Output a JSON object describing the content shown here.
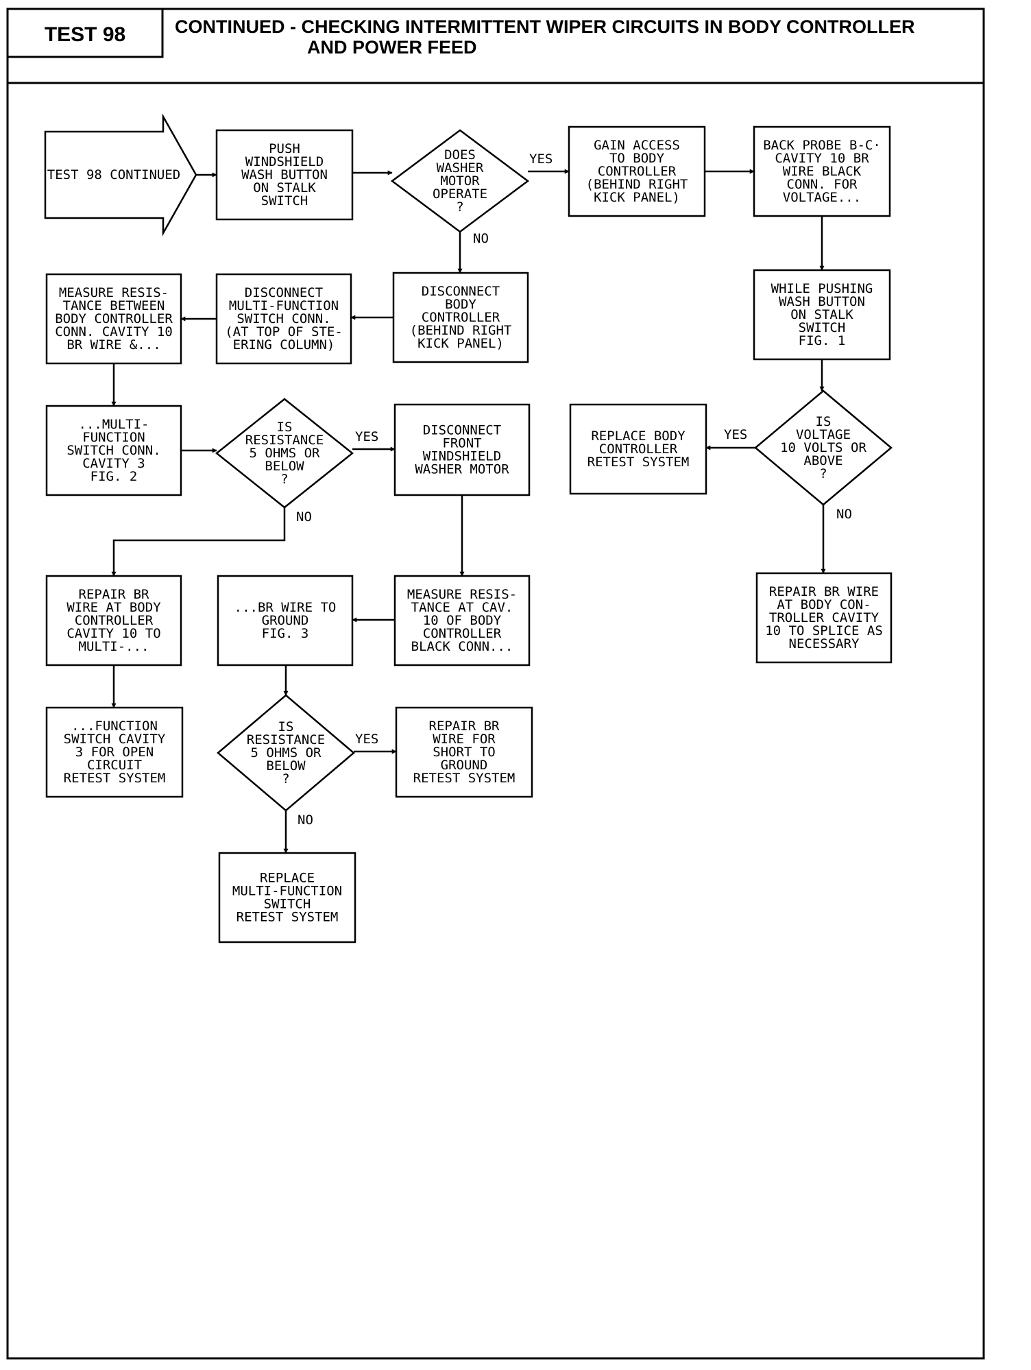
{
  "header": {
    "test_label": "TEST 98",
    "title_line1": "CONTINUED - CHECKING INTERMITTENT WIPER CIRCUITS IN BODY CONTROLLER",
    "title_line2": "AND POWER FEED"
  },
  "nodes": [
    {
      "id": "start",
      "shape": "arrow",
      "lines": [
        "TEST 98 CONTINUED"
      ]
    },
    {
      "id": "push_wash",
      "shape": "box",
      "lines": [
        "PUSH",
        "WINDSHIELD",
        "WASH BUTTON",
        "ON STALK",
        "SWITCH"
      ]
    },
    {
      "id": "does_washer",
      "shape": "diamond",
      "lines": [
        "DOES",
        "WASHER",
        "MOTOR",
        "OPERATE",
        "?"
      ]
    },
    {
      "id": "gain_access",
      "shape": "box",
      "lines": [
        "GAIN ACCESS",
        "TO BODY",
        "CONTROLLER",
        "(BEHIND RIGHT",
        "KICK PANEL)"
      ]
    },
    {
      "id": "back_probe",
      "shape": "box",
      "lines": [
        "BACK PROBE B-C·",
        "CAVITY 10 BR",
        "WIRE BLACK",
        "CONN. FOR",
        "VOLTAGE..."
      ]
    },
    {
      "id": "disc_body",
      "shape": "box",
      "lines": [
        "DISCONNECT",
        "BODY",
        "CONTROLLER",
        "(BEHIND RIGHT",
        "KICK PANEL)"
      ]
    },
    {
      "id": "disc_multi",
      "shape": "box",
      "lines": [
        "DISCONNECT",
        "MULTI-FUNCTION",
        "SWITCH CONN.",
        "(AT TOP OF STE-",
        "ERING COLUMN)"
      ]
    },
    {
      "id": "measure_between",
      "shape": "box",
      "lines": [
        "MEASURE RESIS-",
        "TANCE BETWEEN",
        "BODY CONTROLLER",
        "CONN. CAVITY 10",
        "BR WIRE &..."
      ]
    },
    {
      "id": "while_pushing",
      "shape": "box",
      "lines": [
        "WHILE PUSHING",
        "WASH BUTTON",
        "ON STALK",
        "SWITCH",
        "FIG. 1"
      ]
    },
    {
      "id": "multi_fn_cav3",
      "shape": "box",
      "lines": [
        "...MULTI-",
        "FUNCTION",
        "SWITCH CONN.",
        "CAVITY 3",
        "FIG. 2"
      ]
    },
    {
      "id": "is_res_1",
      "shape": "diamond",
      "lines": [
        "IS",
        "RESISTANCE",
        "5 OHMS OR",
        "BELOW",
        "?"
      ]
    },
    {
      "id": "disc_front_motor",
      "shape": "box",
      "lines": [
        "DISCONNECT",
        "FRONT",
        "WINDSHIELD",
        "WASHER MOTOR"
      ]
    },
    {
      "id": "replace_body",
      "shape": "box",
      "lines": [
        "REPLACE BODY",
        "CONTROLLER",
        "RETEST SYSTEM"
      ]
    },
    {
      "id": "is_voltage",
      "shape": "diamond",
      "lines": [
        "IS",
        "VOLTAGE",
        "10 VOLTS OR",
        "ABOVE",
        "?"
      ]
    },
    {
      "id": "repair_br_multi",
      "shape": "box",
      "lines": [
        "REPAIR BR",
        "WIRE AT BODY",
        "CONTROLLER",
        "CAVITY 10 TO",
        "MULTI-..."
      ]
    },
    {
      "id": "br_to_ground",
      "shape": "box",
      "lines": [
        "...BR WIRE TO",
        "GROUND",
        "FIG. 3"
      ]
    },
    {
      "id": "measure_cav10",
      "shape": "box",
      "lines": [
        "MEASURE RESIS-",
        "TANCE AT CAV.",
        "10 OF BODY",
        "CONTROLLER",
        "BLACK CONN..."
      ]
    },
    {
      "id": "repair_br_splice",
      "shape": "box",
      "lines": [
        "REPAIR BR WIRE",
        "AT BODY CON-",
        "TROLLER CAVITY",
        "10 TO SPLICE AS",
        "NECESSARY"
      ]
    },
    {
      "id": "function_cav3",
      "shape": "box",
      "lines": [
        "...FUNCTION",
        "SWITCH CAVITY",
        "3 FOR OPEN",
        "CIRCUIT",
        "RETEST SYSTEM"
      ]
    },
    {
      "id": "is_res_2",
      "shape": "diamond",
      "lines": [
        "IS",
        "RESISTANCE",
        "5 OHMS OR",
        "BELOW",
        "?"
      ]
    },
    {
      "id": "repair_short",
      "shape": "box",
      "lines": [
        "REPAIR BR",
        "WIRE FOR",
        "SHORT TO",
        "GROUND",
        "RETEST SYSTEM"
      ]
    },
    {
      "id": "replace_multi",
      "shape": "box",
      "lines": [
        "REPLACE",
        "MULTI-FUNCTION",
        "SWITCH",
        "RETEST SYSTEM"
      ]
    }
  ],
  "edges": [
    {
      "from": "start",
      "to": "push_wash",
      "label": ""
    },
    {
      "from": "push_wash",
      "to": "does_washer",
      "label": ""
    },
    {
      "from": "does_washer",
      "to": "gain_access",
      "label": "YES"
    },
    {
      "from": "does_washer",
      "to": "disc_body",
      "label": "NO"
    },
    {
      "from": "gain_access",
      "to": "back_probe",
      "label": ""
    },
    {
      "from": "back_probe",
      "to": "while_pushing",
      "label": ""
    },
    {
      "from": "while_pushing",
      "to": "is_voltage",
      "label": ""
    },
    {
      "from": "is_voltage",
      "to": "replace_body",
      "label": "YES"
    },
    {
      "from": "is_voltage",
      "to": "repair_br_splice",
      "label": "NO"
    },
    {
      "from": "disc_body",
      "to": "disc_multi",
      "label": ""
    },
    {
      "from": "disc_multi",
      "to": "measure_between",
      "label": ""
    },
    {
      "from": "measure_between",
      "to": "multi_fn_cav3",
      "label": ""
    },
    {
      "from": "multi_fn_cav3",
      "to": "is_res_1",
      "label": ""
    },
    {
      "from": "is_res_1",
      "to": "disc_front_motor",
      "label": "YES"
    },
    {
      "from": "is_res_1",
      "to": "repair_br_multi",
      "label": "NO"
    },
    {
      "from": "disc_front_motor",
      "to": "measure_cav10",
      "label": ""
    },
    {
      "from": "measure_cav10",
      "to": "br_to_ground",
      "label": ""
    },
    {
      "from": "repair_br_multi",
      "to": "function_cav3",
      "label": ""
    },
    {
      "from": "br_to_ground",
      "to": "is_res_2",
      "label": ""
    },
    {
      "from": "is_res_2",
      "to": "repair_short",
      "label": "YES"
    },
    {
      "from": "is_res_2",
      "to": "replace_multi",
      "label": "NO"
    }
  ]
}
